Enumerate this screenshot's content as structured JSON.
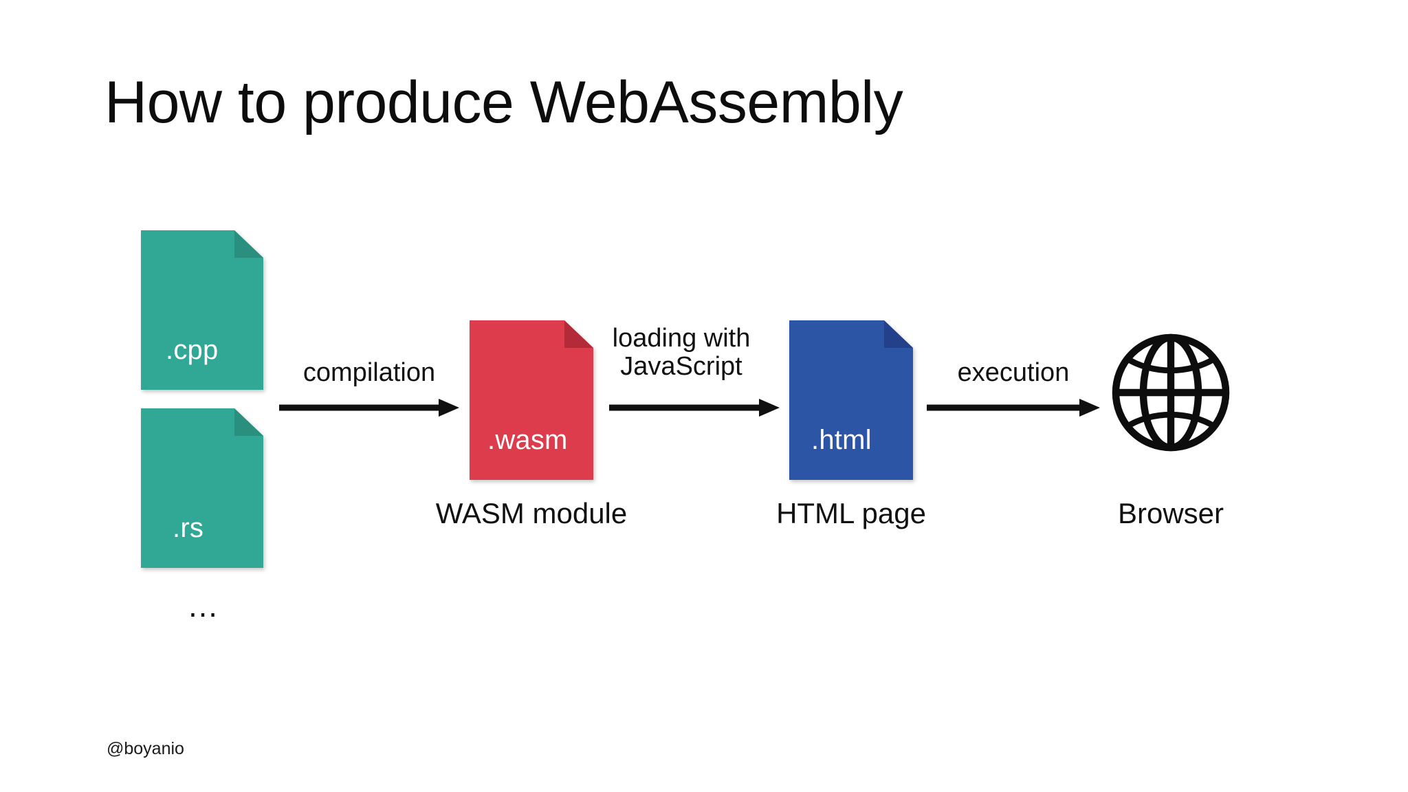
{
  "slide": {
    "title": "How to produce WebAssembly",
    "background": "#ffffff",
    "footer_handle": "@boyanio"
  },
  "colors": {
    "source_doc": "#31a795",
    "source_doc_fold": "#2b8f80",
    "wasm_doc": "#dc3c4b",
    "wasm_doc_fold": "#b32a39",
    "html_doc": "#2d55a5",
    "html_doc_fold": "#23408a",
    "text": "#111111",
    "doc_label_text": "#ffffff",
    "globe": "#0d0d0d"
  },
  "documents": [
    {
      "id": "doc-cpp",
      "label": ".cpp",
      "icon": "file-document-icon",
      "color": "#31a795",
      "fold_color": "#2b8f80"
    },
    {
      "id": "doc-rs",
      "label": ".rs",
      "icon": "file-document-icon",
      "color": "#31a795",
      "fold_color": "#2b8f80"
    },
    {
      "id": "doc-wasm",
      "label": ".wasm",
      "icon": "file-document-icon",
      "color": "#dc3c4b",
      "fold_color": "#b32a39"
    },
    {
      "id": "doc-html",
      "label": ".html",
      "icon": "file-document-icon",
      "color": "#2d55a5",
      "fold_color": "#23408a"
    }
  ],
  "more_sources_ellipsis": "…",
  "arrows": [
    {
      "id": "arrow-compilation",
      "label_line1": "compilation",
      "label_line2": "",
      "icon": "arrow-right-icon"
    },
    {
      "id": "arrow-loading",
      "label_line1": "loading with",
      "label_line2": "JavaScript",
      "icon": "arrow-right-icon"
    },
    {
      "id": "arrow-execution",
      "label_line1": "execution",
      "label_line2": "",
      "icon": "arrow-right-icon"
    }
  ],
  "captions": {
    "wasm": "WASM module",
    "html": "HTML page",
    "browser": "Browser"
  },
  "browser": {
    "icon": "globe-icon"
  }
}
